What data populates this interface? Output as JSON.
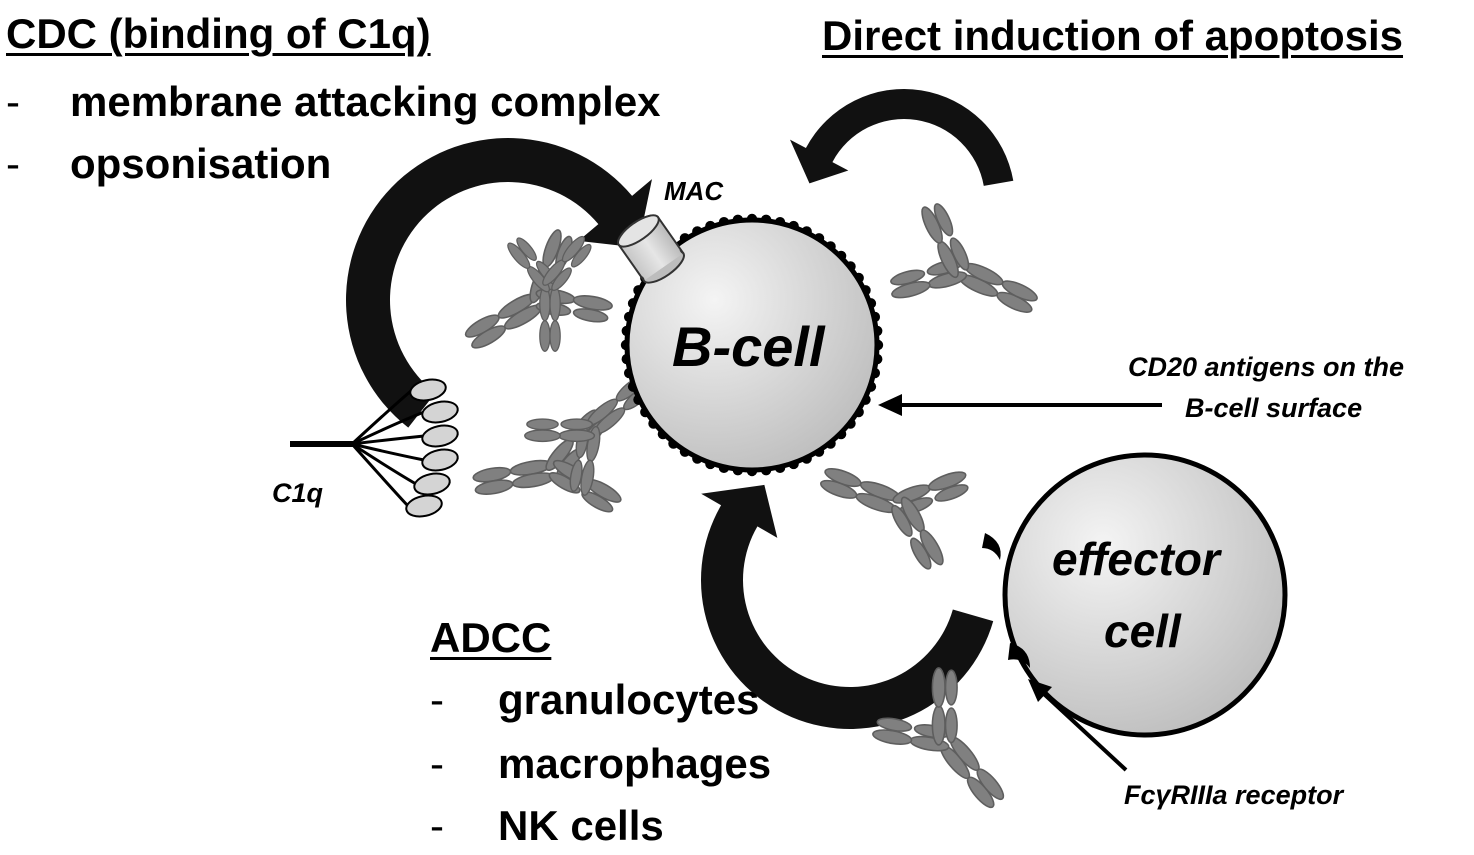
{
  "cdc": {
    "heading": "CDC (binding of C1q)",
    "items": [
      {
        "dash": "-",
        "text": "membrane attacking complex"
      },
      {
        "dash": "-",
        "text": "opsonisation"
      }
    ]
  },
  "apoptosis": {
    "heading": "Direct induction of apoptosis"
  },
  "adcc": {
    "heading": "ADCC",
    "items": [
      {
        "dash": "-",
        "text": "granulocytes"
      },
      {
        "dash": "-",
        "text": "macrophages"
      },
      {
        "dash": "-",
        "text": "NK cells"
      }
    ]
  },
  "labels": {
    "mac": "MAC",
    "bcell": "B-cell",
    "effector_line1": "effector",
    "effector_line2": "cell",
    "c1q": "C1q",
    "cd20_line1": "CD20 antigens on the",
    "cd20_line2": "B-cell surface",
    "fc_receptor": "FcγRIIIa receptor"
  },
  "colors": {
    "arrow_fill": "#111111",
    "antibody_fill": "#808080",
    "antibody_stroke": "#5e5e5e",
    "cell_gradient_light": "#f4f4f4",
    "cell_gradient_dark": "#bdbdbd",
    "c1q_head_fill": "#d4d4d4"
  }
}
